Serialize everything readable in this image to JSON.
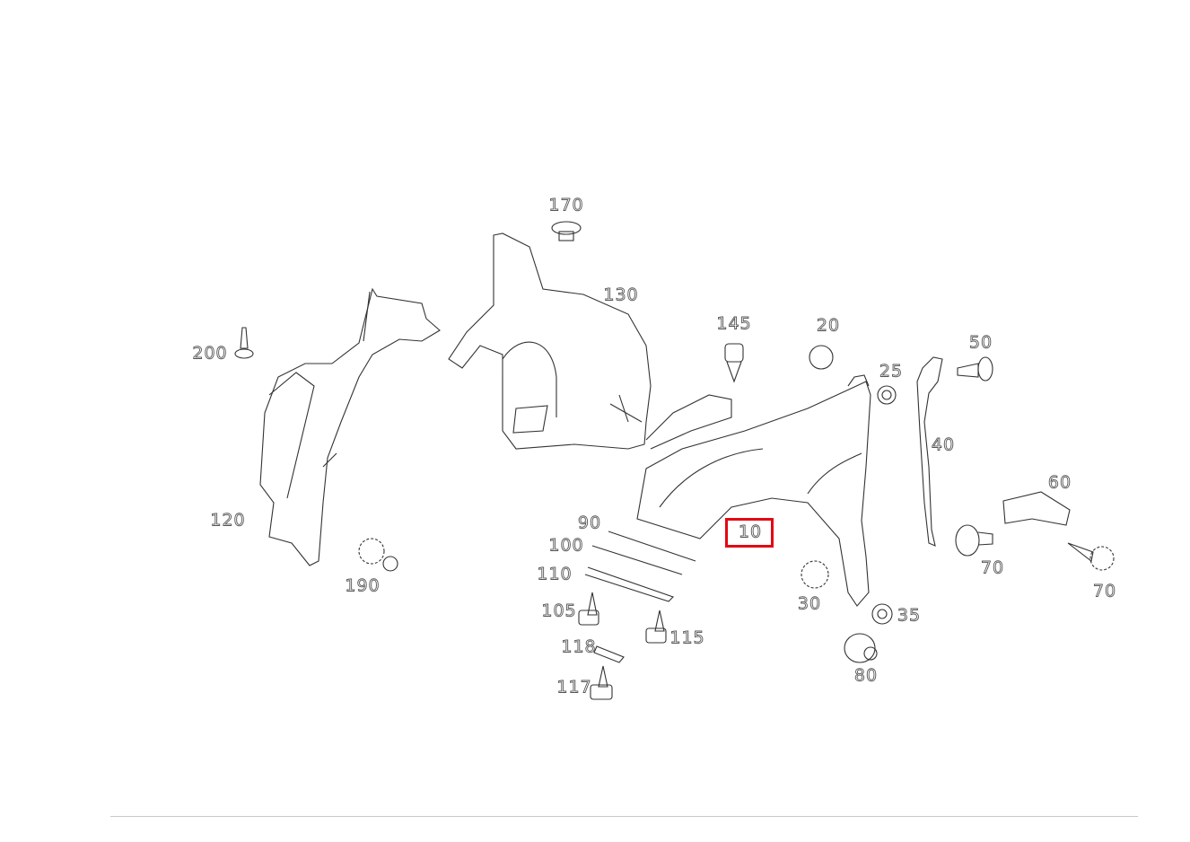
{
  "diagram": {
    "selected_part": "10",
    "highlight_color": "#e30613",
    "callouts": [
      "170",
      "130",
      "145",
      "20",
      "25",
      "50",
      "40",
      "60",
      "70",
      "70",
      "200",
      "120",
      "190",
      "90",
      "100",
      "110",
      "105",
      "115",
      "118",
      "117",
      "30",
      "35",
      "80",
      "10"
    ]
  }
}
